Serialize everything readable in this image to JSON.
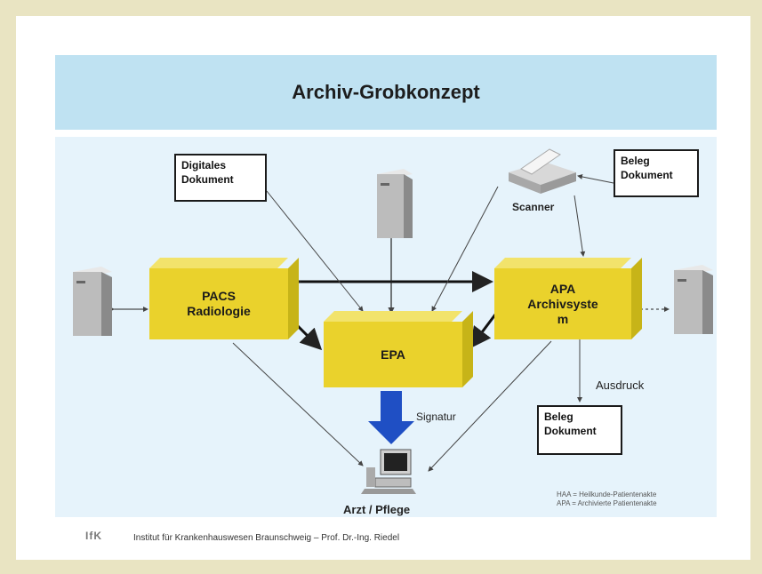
{
  "slide": {
    "title": "Archiv-Grobkonzept",
    "boxes": {
      "pacs": "PACS\nRadiologie",
      "apa": "APA\nArchivsyste\nm",
      "epa": "EPA"
    },
    "documents": {
      "digital_doc": "Digitales\nDokument",
      "beleg_top": "Beleg\nDokument",
      "beleg_bottom": "Beleg\nDokument"
    },
    "labels": {
      "scanner": "Scanner",
      "ausdruck": "Ausdruck",
      "signatur": "Signatur",
      "arzt": "Arzt / Pflege"
    },
    "legend": {
      "line1": "HAA = Heilkunde-Patientenakte",
      "line2": "APA = Archivierte Patientenakte"
    },
    "footer": {
      "logo": "IfK",
      "text": "Institut für Krankenhauswesen Braunschweig – Prof. Dr.-Ing. Riedel"
    },
    "colors": {
      "page_bg": "#e9e4c2",
      "title_band": "#bfe2f2",
      "diagram_bg": "#e6f3fb",
      "box_yellow": "#ead22c",
      "signature_arrow": "#1f4fc4"
    },
    "icons": [
      "server-icon",
      "scanner-icon",
      "workstation-icon",
      "arrow-icon"
    ]
  }
}
